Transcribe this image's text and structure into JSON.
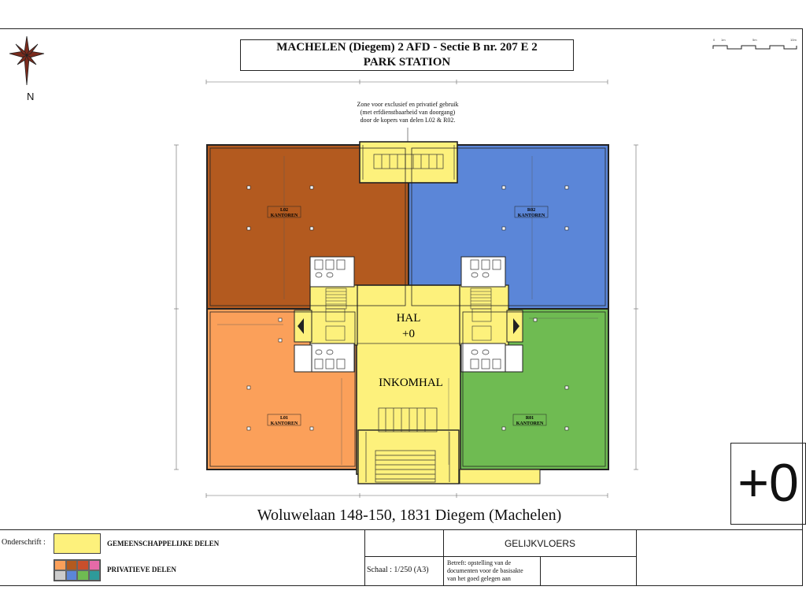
{
  "title": {
    "line1": "MACHELEN (Diegem) 2 AFD - Sectie B nr. 207 E 2",
    "line2": "PARK STATION"
  },
  "north_label": "N",
  "zone_note": [
    "Zone voor exclusief en privatief gebruik",
    "(met erfdienstbaarheid van doorgang)",
    "door de kopers van delen L02 & R02."
  ],
  "units": {
    "l02": {
      "code": "L02",
      "use": "KANTOREN",
      "color": "#b35a1f"
    },
    "r02": {
      "code": "R02",
      "use": "KANTOREN",
      "color": "#5b86d8"
    },
    "l01": {
      "code": "L01",
      "use": "KANTOREN",
      "color": "#fba05a"
    },
    "r01": {
      "code": "R01",
      "use": "KANTOREN",
      "color": "#6fbb52"
    }
  },
  "hall": {
    "name": "HAL",
    "level": "+0",
    "entrance": "INKOMHAL",
    "color": "#fdf17c"
  },
  "address": "Woluwelaan 148-150, 1831 Diegem (Machelen)",
  "level_badge": "+0",
  "legend": {
    "label": "Onderschrift :",
    "common": "GEMEENSCHAPPELIJKE DELEN",
    "private": "PRIVATIEVE DELEN",
    "private_swatches": [
      "#fba05a",
      "#b35a1f",
      "#c94f2c",
      "#e56aa8",
      "#cccccc",
      "#5b86d8",
      "#6fbb52",
      "#2e9a9a"
    ]
  },
  "floor": "GELIJKVLOERS",
  "scale": "Schaal : 1/250 (A3)",
  "betreft": [
    "Betreft: opstelling van de",
    "documenten voor de basisakte",
    "van het goed gelegen aan"
  ]
}
